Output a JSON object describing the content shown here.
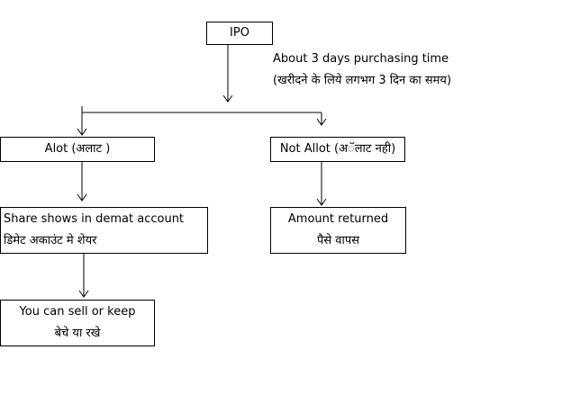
{
  "diagram": {
    "ipo": {
      "label": "IPO"
    },
    "purchase_note": {
      "line1": "About 3 days purchasing time",
      "line2": "(खरीदने के लिये लगभग 3 दिन का समय)"
    },
    "alot": {
      "label": "Alot (अलाट )"
    },
    "not_allot": {
      "label": "Not Allot (अॅलाट नही)"
    },
    "share_shows": {
      "line1": "Share shows in demat account",
      "line2": "डिमेट अकाउंट मे शेयर"
    },
    "amount_returned": {
      "line1": "Amount returned",
      "line2": "पैसे वापस"
    },
    "sell_keep": {
      "line1": "You can sell or keep",
      "line2": "बेचे या रखे"
    }
  }
}
